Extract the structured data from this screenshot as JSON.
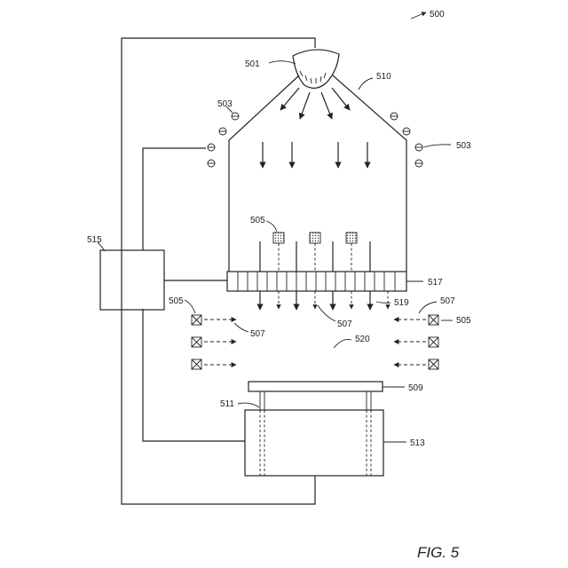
{
  "figure": {
    "ref_number": "500",
    "caption": "FIG. 5"
  },
  "labels": {
    "source": "501",
    "coil_left": "503",
    "coil_right": "503",
    "enclosure": "510",
    "gas_top": "505",
    "gas_left": "505",
    "gas_right": "505",
    "flow_left": "507",
    "flow_right": "507",
    "flow_center": "507",
    "controller": "515",
    "showerhead": "517",
    "outlet": "519",
    "region": "520",
    "platform": "509",
    "pin": "511",
    "base": "513"
  }
}
